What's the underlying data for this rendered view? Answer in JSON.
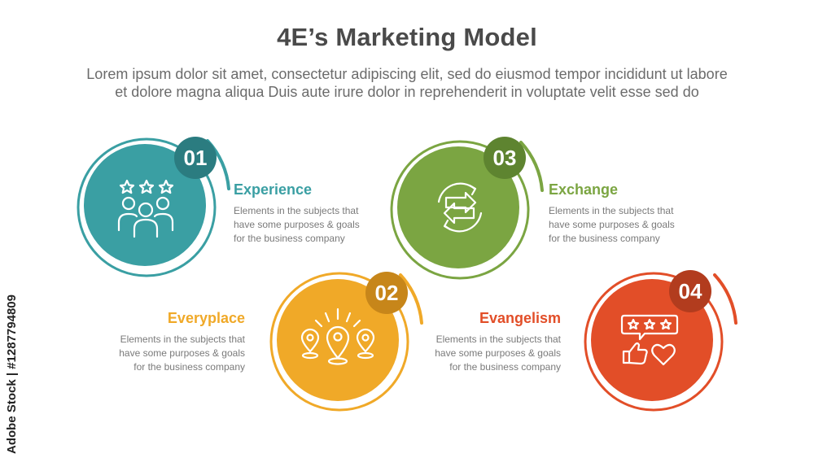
{
  "header": {
    "title": "4E’s Marketing Model",
    "subtitle_line1": "Lorem ipsum dolor sit amet, consectetur adipiscing elit, sed do eiusmod tempor incididunt ut labore",
    "subtitle_line2": "et dolore magna aliqua Duis aute irure dolor in reprehenderit in voluptate velit esse sed do"
  },
  "watermark": "Adobe Stock | #1287794809",
  "steps": [
    {
      "number": "01",
      "title": "Experience",
      "color": "#3a9fa3",
      "dark": "#2b7c80",
      "icon": "customer-rating-icon",
      "desc1": "Elements in the subjects that",
      "desc2": "have  some purposes & goals",
      "desc3": "for the  business company"
    },
    {
      "number": "02",
      "title": "Everyplace",
      "color": "#f0a928",
      "dark": "#c7861a",
      "icon": "location-pins-icon",
      "desc1": "Elements in the subjects that",
      "desc2": "have  some purposes & goals",
      "desc3": "for the  business company"
    },
    {
      "number": "03",
      "title": "Exchange",
      "color": "#7ba542",
      "dark": "#5e8430",
      "icon": "exchange-arrows-icon",
      "desc1": "Elements in the subjects that",
      "desc2": "have  some purposes & goals",
      "desc3": "for the  business company"
    },
    {
      "number": "04",
      "title": "Evangelism",
      "color": "#e24e28",
      "dark": "#b23c1e",
      "icon": "review-feedback-icon",
      "desc1": "Elements in the subjects that",
      "desc2": "have  some purposes & goals",
      "desc3": "for the  business company"
    }
  ]
}
